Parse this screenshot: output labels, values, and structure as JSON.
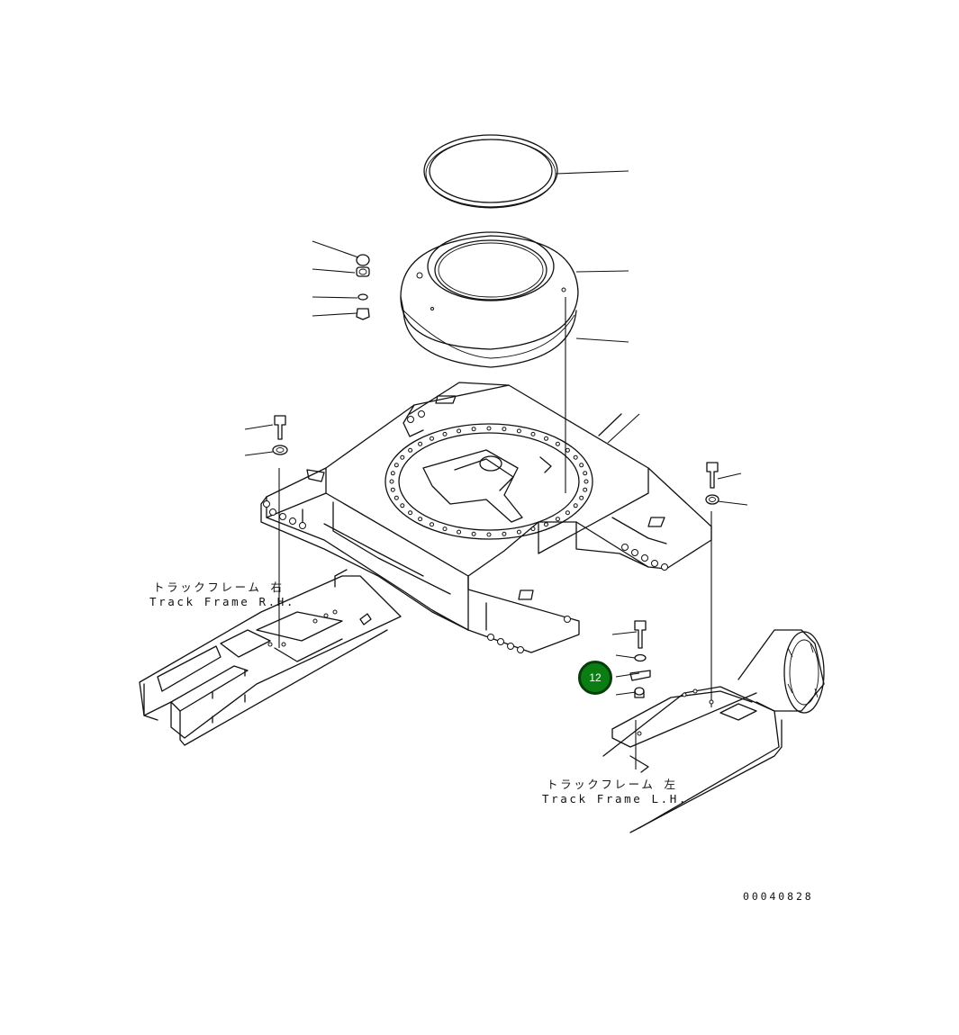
{
  "labels": {
    "track_frame_rh_jp": "トラックフレーム 右",
    "track_frame_rh_en": "Track Frame R.H.",
    "track_frame_lh_jp": "トラックフレーム 左",
    "track_frame_lh_en": "Track Frame L.H.",
    "drawing_number": "00040828"
  },
  "callouts": [
    {
      "number": "12",
      "color": "#0b7d12"
    }
  ]
}
